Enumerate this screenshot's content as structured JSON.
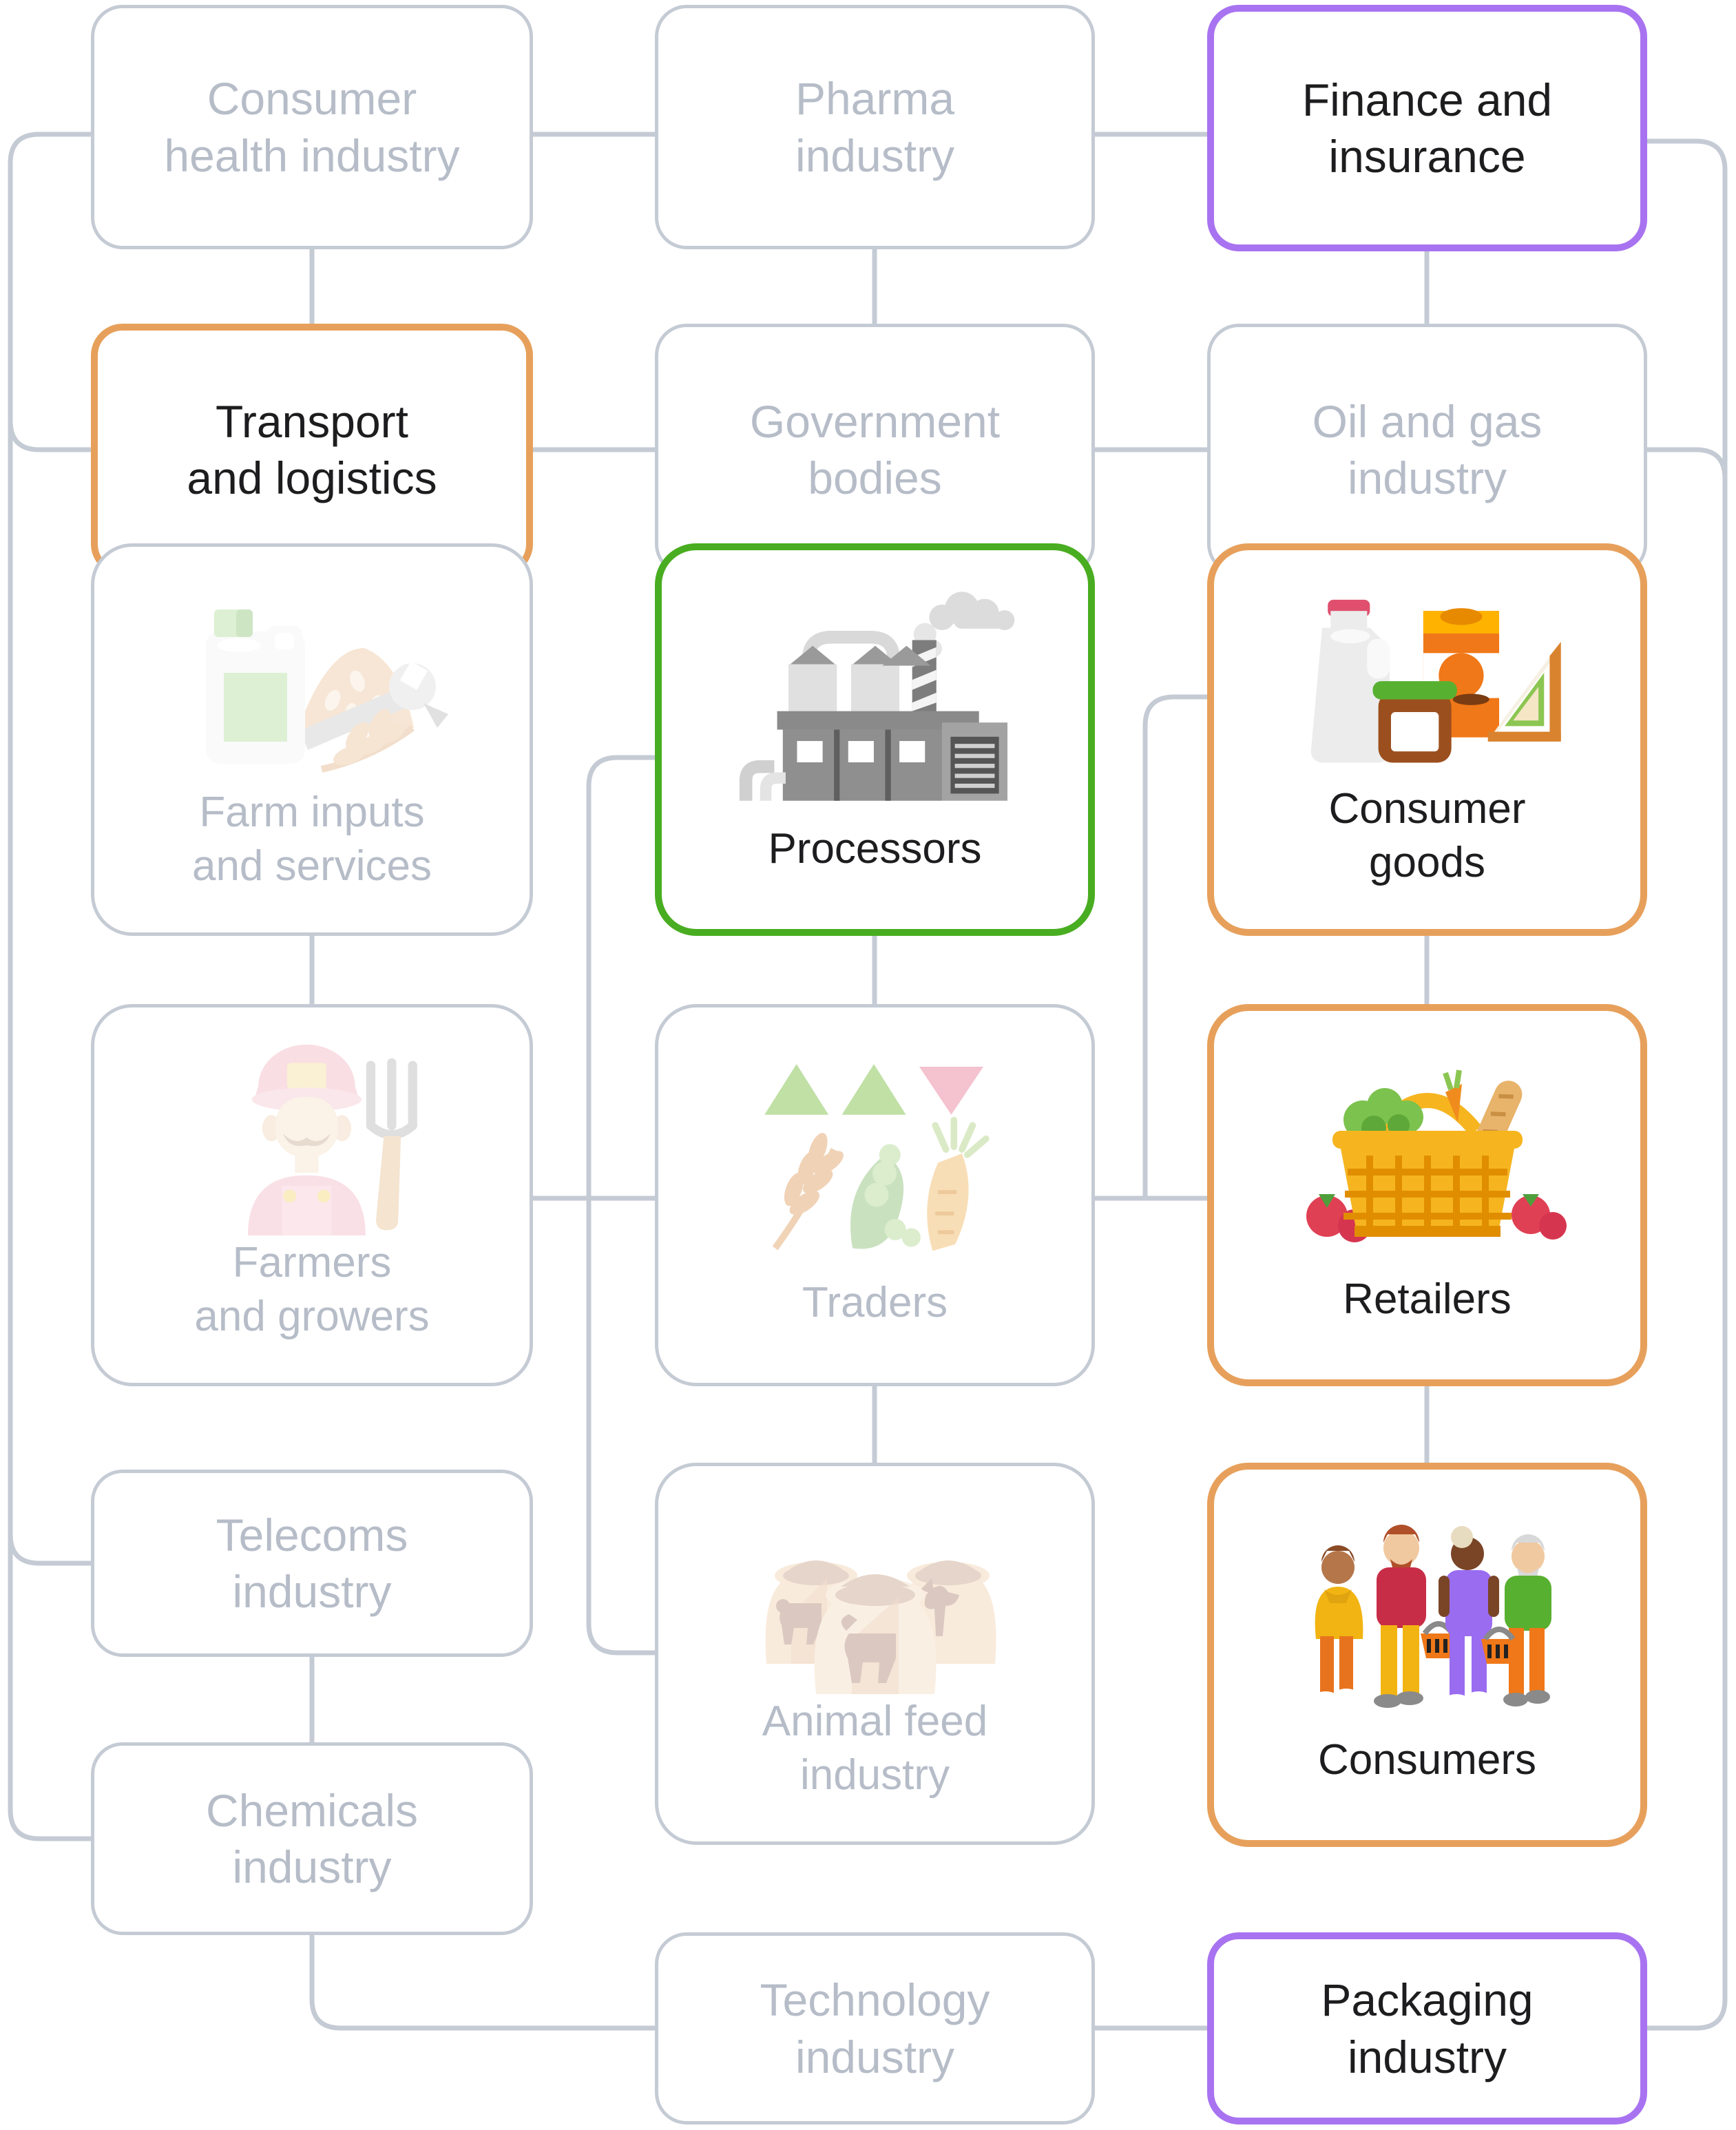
{
  "diagram_title": "",
  "palette": {
    "line_gray": "#c5cbd4",
    "muted_text": "#b6bdc8",
    "dark_text": "#1d1d1f",
    "accent_orange": "#e7a05b",
    "accent_purple": "#a873f0",
    "accent_green": "#49ad21"
  },
  "nodes": {
    "consumer_health": {
      "lines": [
        "Consumer",
        "health industry"
      ],
      "accent": "gray",
      "emphasized": false
    },
    "pharma": {
      "lines": [
        "Pharma",
        "industry"
      ],
      "accent": "gray",
      "emphasized": false
    },
    "finance": {
      "lines": [
        "Finance and",
        "insurance"
      ],
      "accent": "purple",
      "emphasized": true
    },
    "transport": {
      "lines": [
        "Transport",
        "and logistics"
      ],
      "accent": "orange",
      "emphasized": true
    },
    "government": {
      "lines": [
        "Government",
        "bodies"
      ],
      "accent": "gray",
      "emphasized": false
    },
    "oil_gas": {
      "lines": [
        "Oil and gas",
        "industry"
      ],
      "accent": "gray",
      "emphasized": false
    },
    "farm_inputs": {
      "lines": [
        "Farm inputs",
        "and services"
      ],
      "accent": "gray",
      "emphasized": false,
      "icon": "farm-supplies-icon"
    },
    "processors": {
      "lines": [
        "Processors"
      ],
      "accent": "green",
      "emphasized": true,
      "icon": "factory-icon"
    },
    "consumer_goods": {
      "lines": [
        "Consumer",
        "goods"
      ],
      "accent": "orange",
      "emphasized": true,
      "icon": "groceries-icon"
    },
    "farmers": {
      "lines": [
        "Farmers",
        "and growers"
      ],
      "accent": "gray",
      "emphasized": false,
      "icon": "farmer-icon"
    },
    "traders": {
      "lines": [
        "Traders"
      ],
      "accent": "gray",
      "emphasized": false,
      "icon": "produce-trading-icon"
    },
    "retailers": {
      "lines": [
        "Retailers"
      ],
      "accent": "orange",
      "emphasized": true,
      "icon": "shopping-basket-icon"
    },
    "telecoms": {
      "lines": [
        "Telecoms",
        "industry"
      ],
      "accent": "gray",
      "emphasized": false
    },
    "animal_feed": {
      "lines": [
        "Animal feed",
        "industry"
      ],
      "accent": "gray",
      "emphasized": false,
      "icon": "feed-sacks-icon"
    },
    "consumers": {
      "lines": [
        "Consumers"
      ],
      "accent": "orange",
      "emphasized": true,
      "icon": "people-shoppers-icon"
    },
    "chemicals": {
      "lines": [
        "Chemicals",
        "industry"
      ],
      "accent": "gray",
      "emphasized": false
    },
    "technology": {
      "lines": [
        "Technology",
        "industry"
      ],
      "accent": "gray",
      "emphasized": false
    },
    "packaging": {
      "lines": [
        "Packaging",
        "industry"
      ],
      "accent": "purple",
      "emphasized": true
    }
  },
  "edges": [
    "consumer_health-pharma",
    "pharma-finance",
    "consumer_health-transport",
    "pharma-government",
    "finance-oil_gas",
    "transport-government",
    "government-oil_gas",
    "left_rail:consumer_health-transport-telecoms-chemicals",
    "right_rail:finance-oil_gas-packaging",
    "farm_inputs-farmers",
    "processors-traders",
    "consumer_goods-retailers",
    "farmers-traders",
    "traders-retailers",
    "consumer_goods-traders_retailers_link",
    "processors-animal_feed",
    "traders-animal_feed",
    "retailers-consumers",
    "telecoms-chemicals",
    "chemicals-technology",
    "technology-packaging"
  ]
}
